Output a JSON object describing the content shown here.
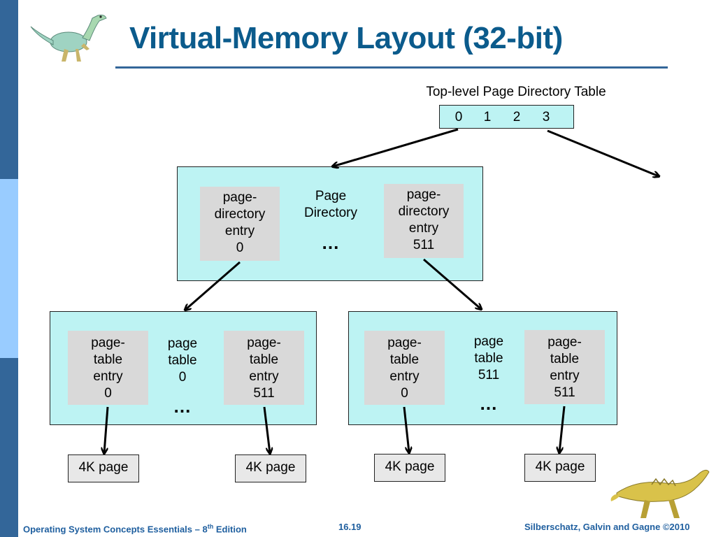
{
  "title": "Virtual-Memory Layout (32-bit)",
  "top_table": {
    "label": "Top-level Page Directory Table",
    "entries": [
      "0",
      "1",
      "2",
      "3"
    ]
  },
  "page_directory": {
    "label_line1": "Page",
    "label_line2": "Directory",
    "dots": "…",
    "entry_first": [
      "page-",
      "directory",
      "entry",
      "0"
    ],
    "entry_last": [
      "page-",
      "directory",
      "entry",
      "511"
    ]
  },
  "page_table_left": {
    "label": [
      "page",
      "table",
      "0"
    ],
    "dots": "…",
    "entry_first": [
      "page-",
      "table",
      "entry",
      "0"
    ],
    "entry_last": [
      "page-",
      "table",
      "entry",
      "511"
    ]
  },
  "page_table_right": {
    "label": [
      "page",
      "table",
      "511"
    ],
    "dots": "…",
    "entry_first": [
      "page-",
      "table",
      "entry",
      "0"
    ],
    "entry_last": [
      "page-",
      "table",
      "entry",
      "511"
    ]
  },
  "pages": [
    "4K page",
    "4K page",
    "4K page",
    "4K page"
  ],
  "footer": {
    "left_main": "Operating System Concepts Essentials – 8",
    "left_sup": "th",
    "left_end": " Edition",
    "center": "16.19",
    "right": "Silberschatz, Galvin and Gagne ©2010"
  },
  "colors": {
    "title": "#0b5b8c",
    "sidebar_dark": "#336699",
    "sidebar_light": "#99ccff",
    "box_fill": "#bdf3f3",
    "entry_fill": "#d9d9d9"
  }
}
